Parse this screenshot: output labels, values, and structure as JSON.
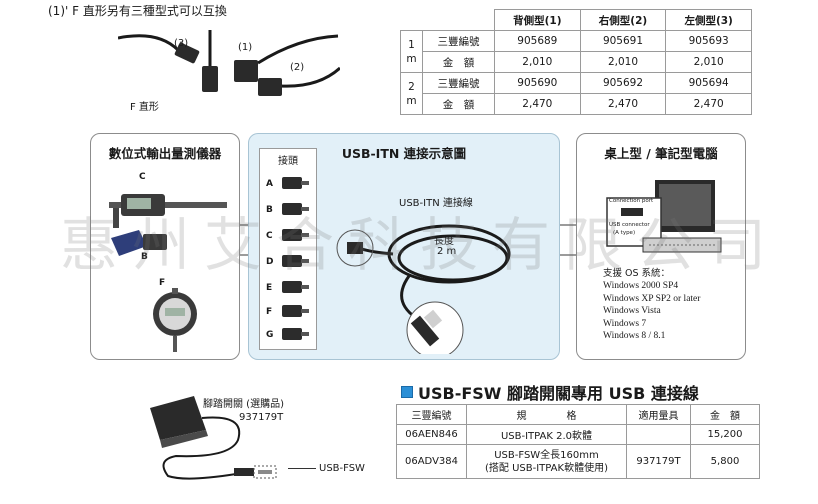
{
  "top_note": "(1)' F 直形另有三種型式可以互換",
  "photo1": {
    "labels": {
      "l1": "(1)",
      "l2": "(2)",
      "l3": "(3)",
      "f": "F 直形"
    }
  },
  "top_table": {
    "headers": [
      "背側型(1)",
      "右側型(2)",
      "左側型(3)"
    ],
    "rows": [
      {
        "group": "1",
        "unit": "m",
        "label": "三豐編號",
        "values": [
          "905689",
          "905691",
          "905693"
        ]
      },
      {
        "label": "金　額",
        "values": [
          "2,010",
          "2,010",
          "2,010"
        ]
      },
      {
        "group": "2",
        "unit": "m",
        "label": "三豐編號",
        "values": [
          "905690",
          "905692",
          "905694"
        ]
      },
      {
        "label": "金　額",
        "values": [
          "2,470",
          "2,470",
          "2,470"
        ]
      }
    ]
  },
  "panels": {
    "left_title": "數位式輸出量測儀器",
    "mid_title": "USB-ITN 連接示意圖",
    "right_title": "桌上型 / 筆記型電腦",
    "connectors_title": "接頭",
    "connector_letters": [
      "A",
      "B",
      "C",
      "D",
      "E",
      "F",
      "G"
    ],
    "cable_label": "USB-ITN 連接線",
    "length_label": "長度",
    "length_value": "2 m",
    "caliper_labels": {
      "c": "C",
      "b": "B",
      "f": "F"
    },
    "pc_labels": {
      "port": "Connection port",
      "connector": "USB connector",
      "type": "(A type)"
    },
    "os_header": "支援 OS 系統：",
    "os_list": [
      "Windows 2000 SP4",
      "Windows XP SP2 or later",
      "Windows Vista",
      "Windows 7",
      "Windows 8 / 8.1"
    ]
  },
  "watermark": "惠州艾合科技有限公司",
  "bottom": {
    "pedal_label": "腳踏開關 (選購品)",
    "pedal_code": "937179T",
    "usbfsw_label": "USB-FSW",
    "section_title": "USB-FSW 腳踏開關專用 USB 連接線",
    "table": {
      "headers": [
        "三豐編號",
        "規　　　　格",
        "適用量具",
        "金　額"
      ],
      "rows": [
        [
          "06AEN846",
          "USB-ITPAK 2.0軟體",
          "",
          "15,200"
        ],
        [
          "06ADV384",
          "USB-FSW全長160mm\n(搭配 USB-ITPAK軟體使用)",
          "937179T",
          "5,800"
        ]
      ]
    }
  }
}
